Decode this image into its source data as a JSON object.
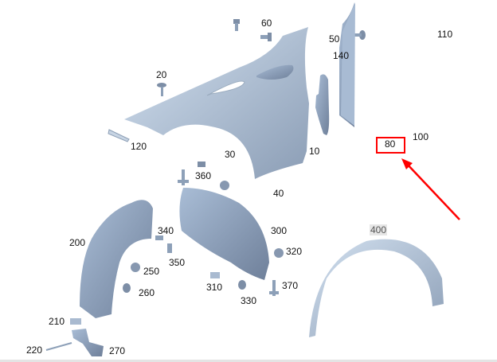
{
  "diagram": {
    "part_labels": [
      "60",
      "50",
      "140",
      "20",
      "120",
      "10",
      "30",
      "360",
      "40",
      "110",
      "100",
      "80",
      "340",
      "300",
      "320",
      "200",
      "250",
      "350",
      "260",
      "310",
      "370",
      "330",
      "210",
      "220",
      "270",
      "400"
    ],
    "highlighted_part": "80",
    "colors": {
      "part_fill": "#b4c6dc",
      "part_shade": "#8799b2",
      "highlight": "#ff0000"
    }
  }
}
